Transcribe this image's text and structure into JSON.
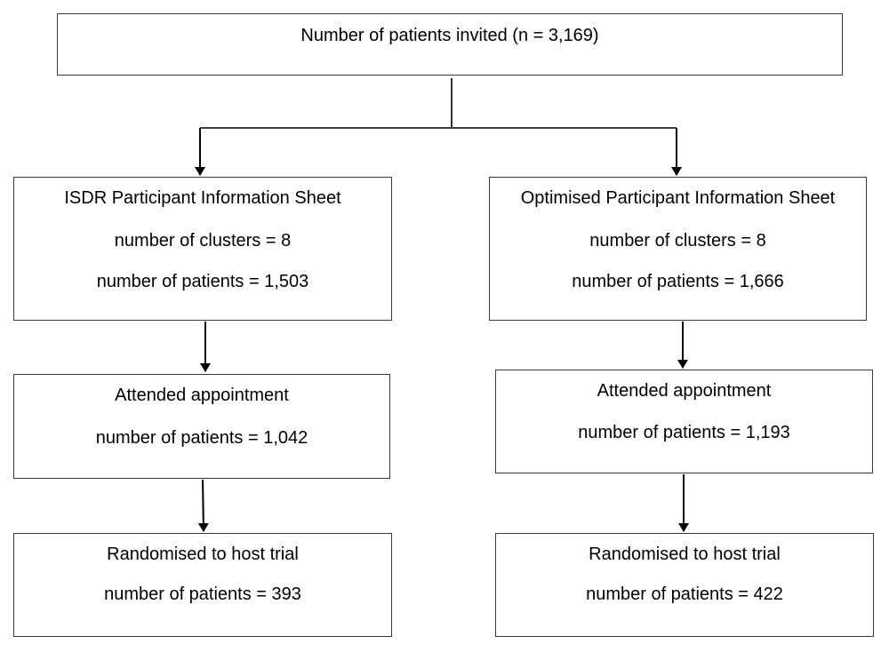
{
  "top": {
    "label": "Number of patients invited (n = 3,169)"
  },
  "left": {
    "sheet": {
      "title": "ISDR Participant Information Sheet",
      "clusters": "number of clusters = 8",
      "patients": "number of patients = 1,503"
    },
    "attended": {
      "title": "Attended appointment",
      "patients": "number of patients = 1,042"
    },
    "randomised": {
      "title": "Randomised to host trial",
      "patients": "number of patients = 393"
    }
  },
  "right": {
    "sheet": {
      "title": "Optimised Participant Information Sheet",
      "clusters": "number of clusters = 8",
      "patients": "number of patients = 1,666"
    },
    "attended": {
      "title": "Attended appointment",
      "patients": "number of patients = 1,193"
    },
    "randomised": {
      "title": "Randomised to host trial",
      "patients": "number of patients = 422"
    }
  }
}
